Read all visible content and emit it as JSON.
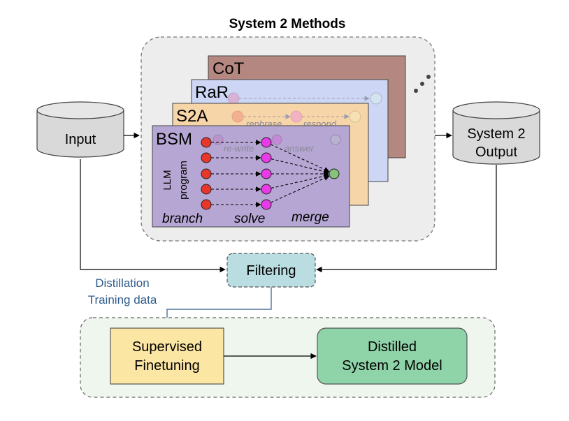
{
  "title": "System 2 Methods",
  "input": {
    "label": "Input"
  },
  "output": {
    "line1": "System 2",
    "line2": "Output"
  },
  "cards": {
    "cot": {
      "label": "CoT"
    },
    "rar": {
      "label": "RaR",
      "step1": "rephrase",
      "step2": "respond"
    },
    "s2a": {
      "label": "S2A",
      "step1": "re-write",
      "step2": "answer"
    },
    "bsm": {
      "label": "BSM",
      "side_line1": "LLM",
      "side_line2": "program",
      "stage_branch": "branch",
      "stage_solve": "solve",
      "stage_merge": "merge"
    }
  },
  "more_icon": "ellipsis-dots",
  "filtering": {
    "label": "Filtering"
  },
  "distillation": {
    "line1": "Distillation",
    "line2": "Training data"
  },
  "sft": {
    "line1": "Supervised",
    "line2": "Finetuning"
  },
  "distilled": {
    "line1": "Distilled",
    "line2": "System 2 Model"
  },
  "colors": {
    "cot_fill": "#b48880",
    "rar_fill": "#cdd6f4",
    "s2a_fill": "#f6d5a8",
    "bsm_fill": "#b6a6d3",
    "branch_node": "#e8372a",
    "solve_node": "#e83ae8",
    "merge_node": "#86c27a",
    "filtering_fill": "#b9dde0",
    "sft_fill": "#fce6a4",
    "distilled_fill": "#8fd4a8",
    "distill_text": "#2e5b8a"
  }
}
